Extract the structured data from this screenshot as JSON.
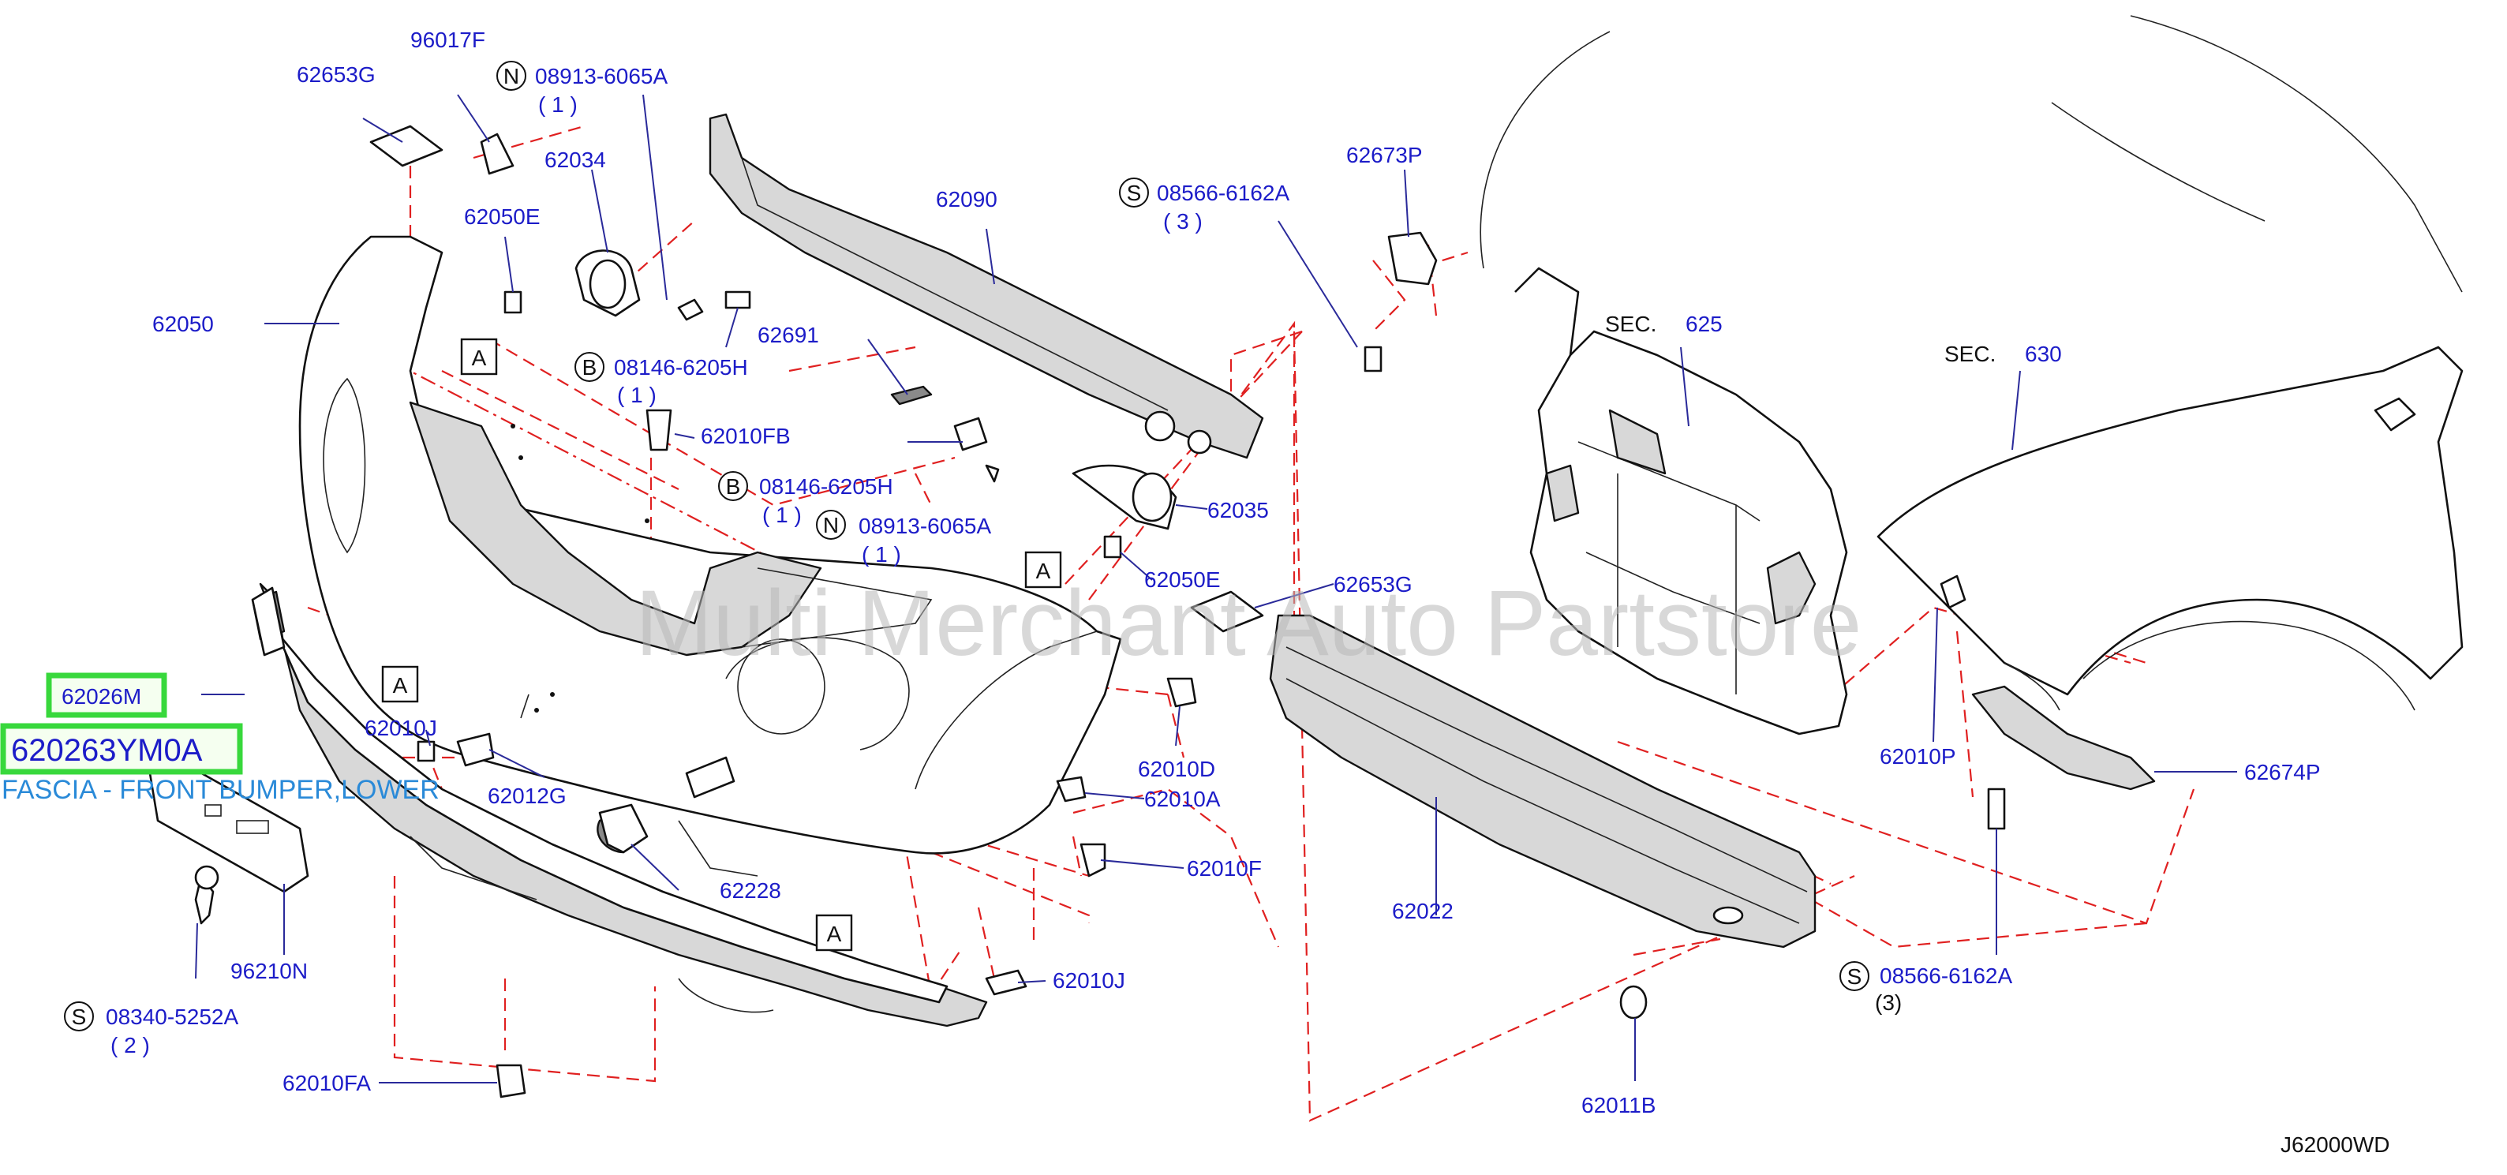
{
  "watermark": "Multi Merchant Auto Partstore",
  "diagram_code": "J62000WD",
  "highlight": {
    "part_code": "62026M",
    "part_number": "620263YM0A",
    "description": "FASCIA - FRONT BUMPER,LOWER"
  },
  "sections": [
    {
      "prefix": "SEC.",
      "number": "625"
    },
    {
      "prefix": "SEC.",
      "number": "630"
    }
  ],
  "callout_letter": "A",
  "labels": {
    "p96017F": "96017F",
    "p62653G_top": "62653G",
    "n08913_top": "08913-6065A",
    "n08913_top_qty": "( 1 )",
    "p62034": "62034",
    "p62050E_top": "62050E",
    "p62050": "62050",
    "p62691": "62691",
    "b08146_top": "08146-6205H",
    "b08146_top_qty": "( 1 )",
    "p62010FB": "62010FB",
    "p62090": "62090",
    "s08566_top": "08566-6162A",
    "s08566_top_qty": "( 3 )",
    "p62673P": "62673P",
    "b08146_mid": "08146-6205H",
    "b08146_mid_qty": "( 1 )",
    "n08913_mid": "08913-6065A",
    "n08913_mid_qty": "( 1 )",
    "p62035": "62035",
    "p62050E_mid": "62050E",
    "p62653G_mid": "62653G",
    "p62010J_left": "62010J",
    "p62012G": "62012G",
    "p62010D": "62010D",
    "p62010A": "62010A",
    "p62010F": "62010F",
    "p62228": "62228",
    "p96210N": "96210N",
    "s08340": "08340-5252A",
    "s08340_qty": "( 2 )",
    "p62010FA": "62010FA",
    "p62010J_right": "62010J",
    "p62022": "62022",
    "p62011B": "62011B",
    "p62010P": "62010P",
    "p62674P": "62674P",
    "s08566_bot": "08566-6162A",
    "s08566_bot_qty": "(3)"
  },
  "symbols": {
    "n": "N",
    "b": "B",
    "s": "S"
  }
}
